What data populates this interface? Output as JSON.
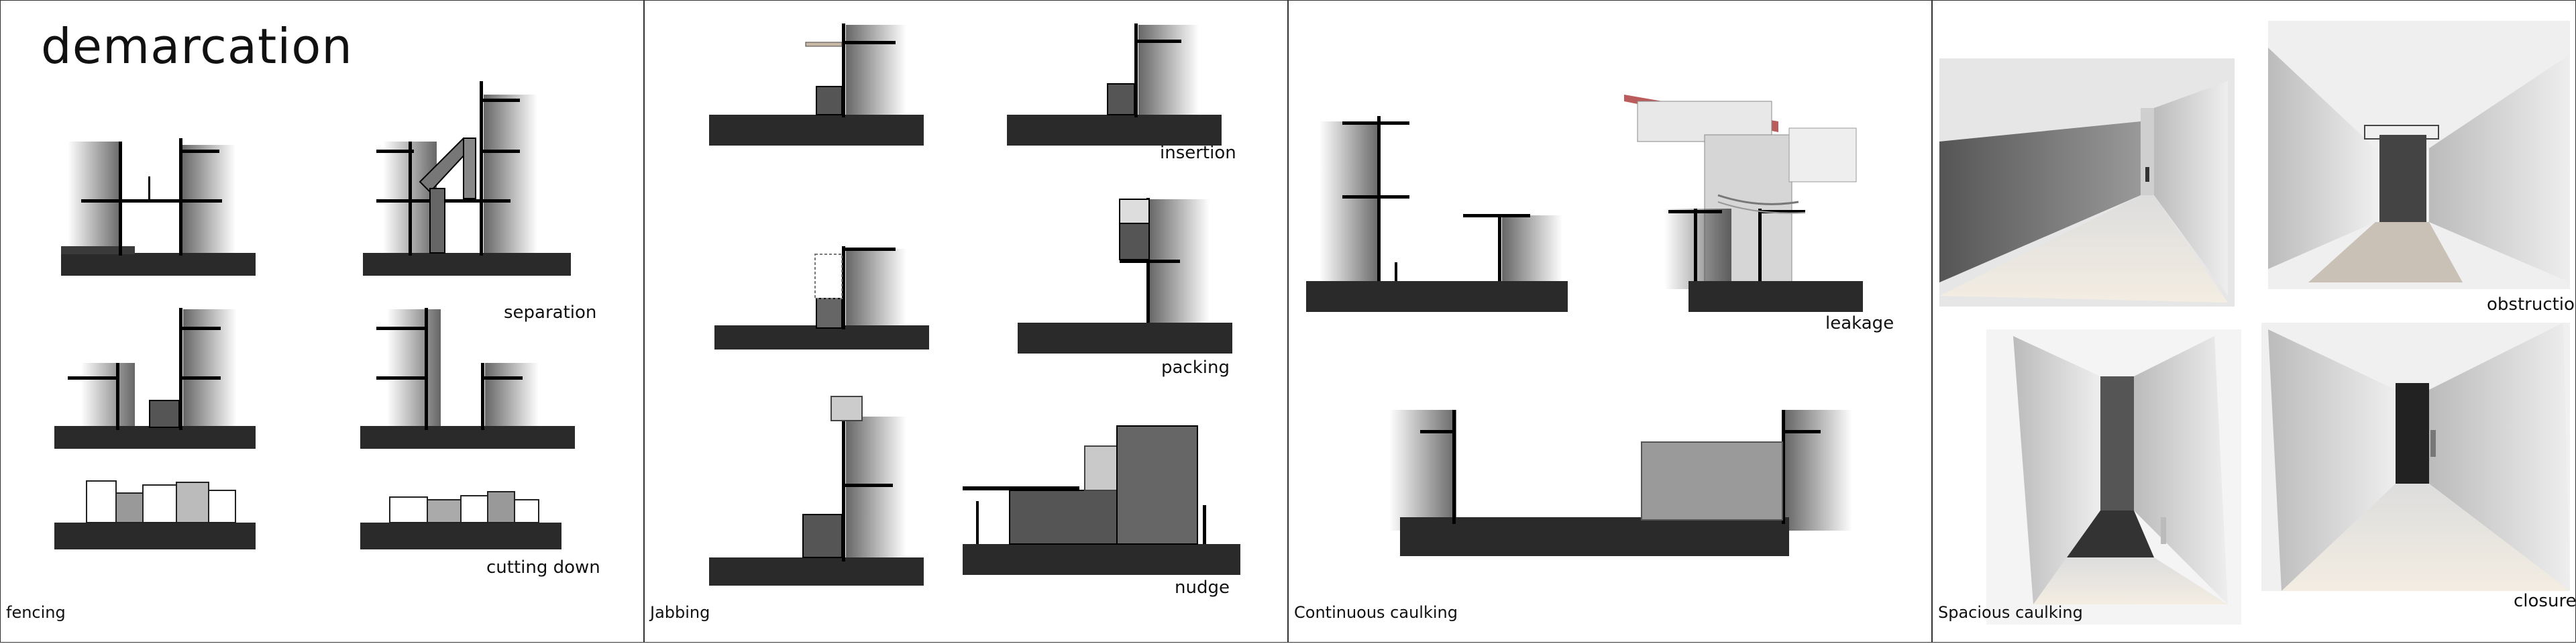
{
  "main_title": "demarcation",
  "panels": {
    "fencing": {
      "title": "fencing",
      "labels": {
        "separation": "separation",
        "cutting_down": "cutting down"
      }
    },
    "jabbing": {
      "title": "Jabbing",
      "labels": {
        "insertion": "insertion",
        "packing": "packing",
        "nudge": "nudge"
      }
    },
    "continuous": {
      "title": "Continuous caulking",
      "labels": {
        "leakage": "leakage"
      }
    },
    "spacious": {
      "title": "Spacious caulking",
      "labels": {
        "obstruction": "obstruction",
        "closure": "closure"
      }
    }
  }
}
